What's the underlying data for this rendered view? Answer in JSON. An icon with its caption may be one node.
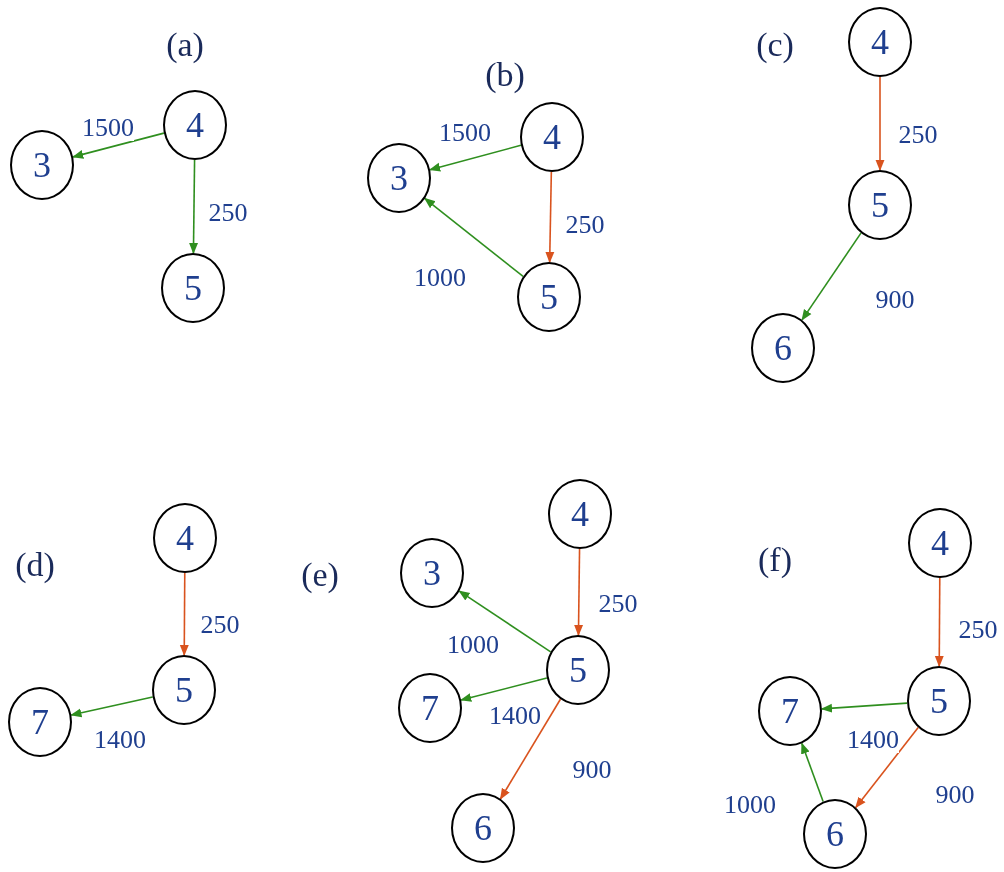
{
  "diagram": {
    "nodes": [
      {
        "text": [
          "4"
        ]
      },
      {
        "text": [
          "3"
        ]
      },
      {
        "text": [
          "5"
        ]
      },
      {
        "text": [
          "4"
        ]
      },
      {
        "text": [
          "3"
        ]
      },
      {
        "text": [
          "5"
        ]
      },
      {
        "text": [
          "4"
        ]
      },
      {
        "text": [
          "5"
        ]
      },
      {
        "text": [
          "6"
        ]
      },
      {
        "text": [
          "4"
        ]
      },
      {
        "text": [
          "5"
        ]
      },
      {
        "text": [
          "7"
        ]
      },
      {
        "text": [
          "4"
        ]
      },
      {
        "text": [
          "3"
        ]
      },
      {
        "text": [
          "5"
        ]
      },
      {
        "text": [
          "7"
        ]
      },
      {
        "text": [
          "6"
        ]
      },
      {
        "text": [
          "4"
        ]
      },
      {
        "text": [
          "5"
        ]
      },
      {
        "text": [
          "7"
        ]
      },
      {
        "text": [
          "6"
        ]
      }
    ],
    "edges": [
      {
        "from": 0,
        "to": 1,
        "arrow": "to",
        "label": "1500"
      },
      {
        "from": 0,
        "to": 2,
        "arrow": "to",
        "label": "250"
      },
      {
        "from": 3,
        "to": 4,
        "arrow": "to",
        "label": "1500"
      },
      {
        "from": 3,
        "to": 5,
        "arrow": "to",
        "label": "250",
        "color": "#d9531e"
      },
      {
        "from": 5,
        "to": 4,
        "arrow": "to",
        "label": "1000"
      },
      {
        "from": 6,
        "to": 7,
        "arrow": "to",
        "label": "250",
        "color": "#d9531e"
      },
      {
        "from": 7,
        "to": 8,
        "arrow": "to",
        "label": "900"
      },
      {
        "from": 9,
        "to": 10,
        "arrow": "to",
        "label": "250",
        "color": "#d9531e"
      },
      {
        "from": 10,
        "to": 11,
        "arrow": "to",
        "label": "1400"
      },
      {
        "from": 12,
        "to": 14,
        "arrow": "to",
        "label": "250",
        "color": "#d9531e"
      },
      {
        "from": 14,
        "to": 13,
        "arrow": "to",
        "label": "1000"
      },
      {
        "from": 14,
        "to": 15,
        "arrow": "to",
        "label": "1400"
      },
      {
        "from": 14,
        "to": 16,
        "arrow": "to",
        "label": "900",
        "color": "#d9531e"
      },
      {
        "from": 17,
        "to": 18,
        "arrow": "to",
        "label": "250",
        "color": "#d9531e"
      },
      {
        "from": 18,
        "to": 19,
        "arrow": "to",
        "label": "1400"
      },
      {
        "from": 18,
        "to": 20,
        "arrow": "to",
        "label": "900",
        "color": "#d9531e"
      },
      {
        "from": 20,
        "to": 19,
        "arrow": "to",
        "label": "1000"
      }
    ],
    "labels": [
      "(a)",
      "(b)",
      "(c)",
      "(d)",
      "(e)",
      "(f)"
    ]
  }
}
